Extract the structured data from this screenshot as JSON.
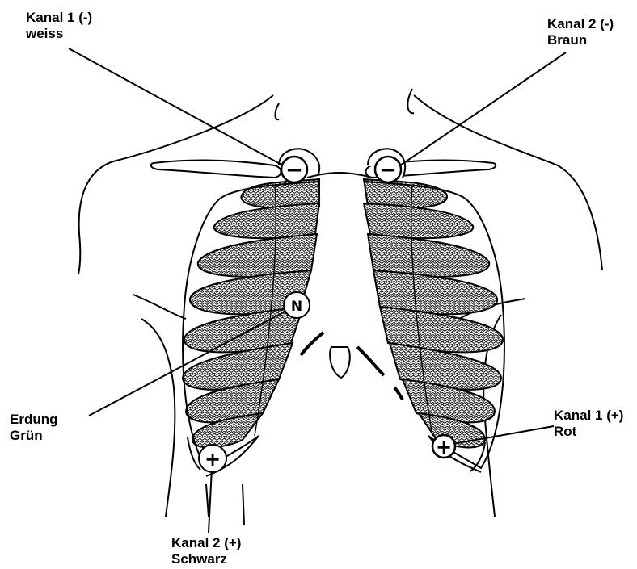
{
  "labels": {
    "kanal1_neg": {
      "line1": "Kanal 1 (-)",
      "line2": "weiss"
    },
    "kanal2_neg": {
      "line1": "Kanal 2 (-)",
      "line2": "Braun"
    },
    "erdung": {
      "line1": "Erdung",
      "line2": "Grün"
    },
    "kanal1_pos": {
      "line1": "Kanal 1 (+)",
      "line2": "Rot"
    },
    "kanal2_pos": {
      "line1": "Kanal 2 (+)",
      "line2": "Schwarz"
    }
  },
  "electrodes": {
    "ground_symbol": "N",
    "plus_symbol": "+",
    "minus_symbol": "−"
  }
}
